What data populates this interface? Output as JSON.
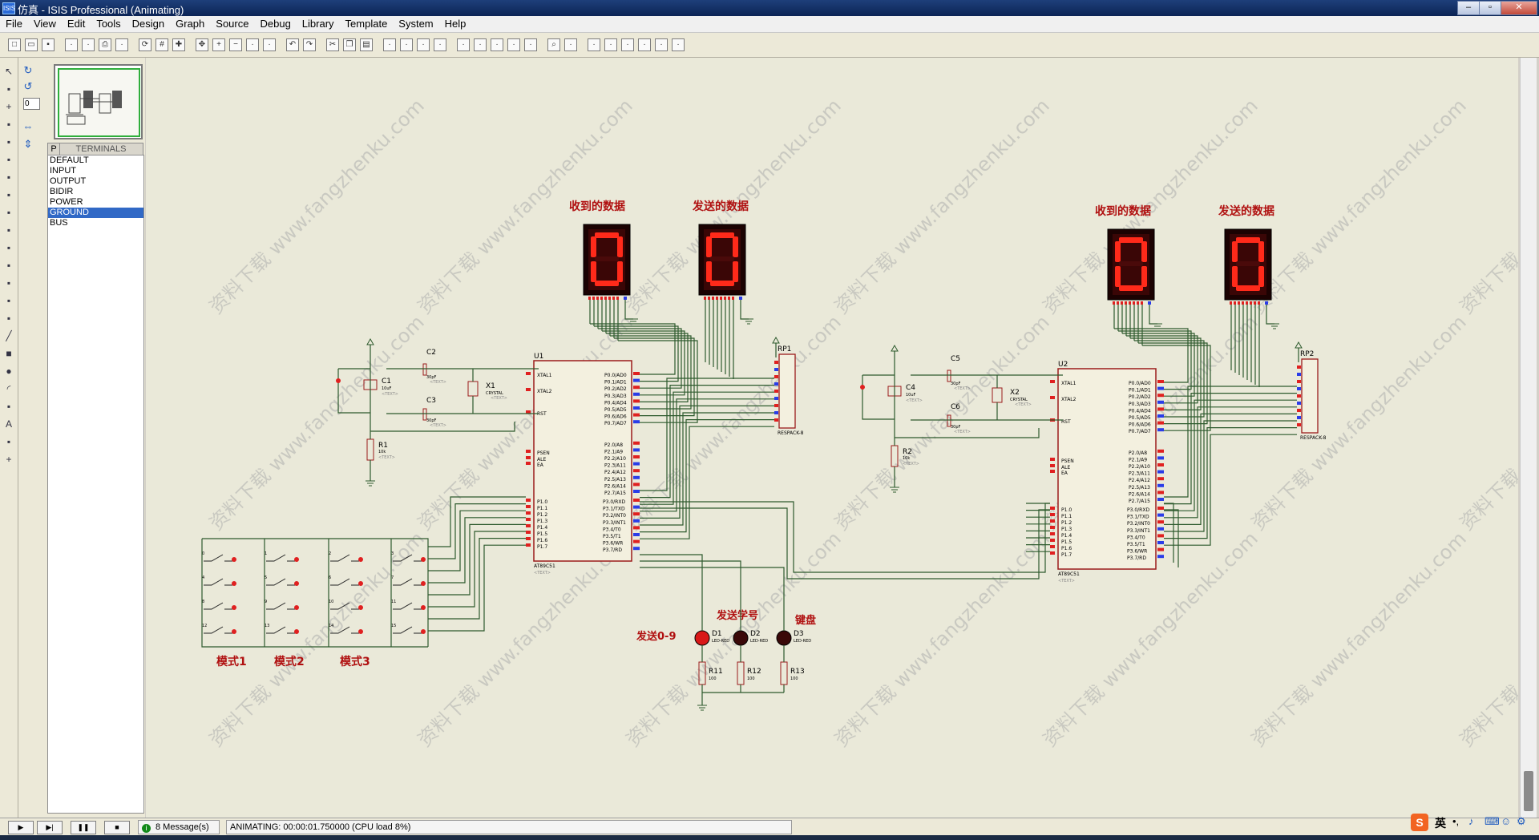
{
  "window": {
    "title": "仿真 - ISIS Professional (Animating)",
    "app_icon": "ISIS"
  },
  "menu": [
    "File",
    "View",
    "Edit",
    "Tools",
    "Design",
    "Graph",
    "Source",
    "Debug",
    "Library",
    "Template",
    "System",
    "Help"
  ],
  "toolbar": {
    "icons": [
      "new-icon",
      "open-icon",
      "save-icon",
      "import-icon",
      "export-icon",
      "print-icon",
      "print-area-icon",
      "refresh-icon",
      "grid-icon",
      "origin-icon",
      "pan-icon",
      "zoom-in-icon",
      "zoom-out-icon",
      "zoom-all-icon",
      "zoom-area-icon",
      "undo-icon",
      "redo-icon",
      "cut-icon",
      "copy-icon",
      "paste-icon",
      "block-copy-icon",
      "block-move-icon",
      "block-rotate-icon",
      "block-delete-icon",
      "pick-device-icon",
      "make-device-icon",
      "packaging-icon",
      "decompose-icon",
      "wire-autoroute-icon",
      "search-icon",
      "property-assign-icon",
      "new-sheet-icon",
      "remove-sheet-icon",
      "exit-parent-icon",
      "bom-icon",
      "erc-icon",
      "netlist-to-ares-icon"
    ]
  },
  "panel": {
    "rotation_value": "0",
    "list_header_p": "P",
    "list_header_title": "TERMINALS",
    "terminals": [
      "DEFAULT",
      "INPUT",
      "OUTPUT",
      "BIDIR",
      "POWER",
      "GROUND",
      "BUS"
    ],
    "selected": "GROUND"
  },
  "schematic": {
    "watermark": "资料下载 www.fangzhenku.com",
    "left": {
      "display_rx_label": "收到的数据",
      "display_tx_label": "发送的数据",
      "display_rx_value": "0",
      "display_tx_value": "0",
      "mcu": "U1",
      "mcu_part": "AT89C51",
      "crystal": "X1",
      "crystal_part": "CRYSTAL",
      "caps": [
        "C1",
        "C2",
        "C3"
      ],
      "cap_values": [
        "10uF",
        "30pF",
        "30pF"
      ],
      "resistor": "R1",
      "resistor_value": "10k",
      "pack": "RP1",
      "pack_part": "RESPACK-8",
      "mode_labels": [
        "模式1",
        "模式2",
        "模式3"
      ],
      "key_numbers": [
        "0",
        "1",
        "2",
        "3",
        "4",
        "5",
        "6",
        "7",
        "8",
        "9",
        "10",
        "11",
        "12",
        "13",
        "14",
        "15"
      ],
      "led_labels": [
        "发送0-9",
        "发送学号",
        "键盘"
      ],
      "leds": [
        "D1",
        "D2",
        "D3"
      ],
      "led_part": "LED-RED",
      "led_resistors": [
        "R11",
        "R12",
        "R13"
      ],
      "led_resistor_value": "100"
    },
    "right": {
      "display_rx_label": "收到的数据",
      "display_tx_label": "发送的数据",
      "display_rx_value": "0",
      "display_tx_value": "0",
      "mcu": "U2",
      "mcu_part": "AT89C51",
      "crystal": "X2",
      "crystal_part": "CRYSTAL",
      "caps": [
        "C4",
        "C5",
        "C6"
      ],
      "cap_values": [
        "10uF",
        "30pF",
        "30pF"
      ],
      "resistor": "R2",
      "resistor_value": "10k",
      "pack": "RP2",
      "pack_part": "RESPACK-8"
    },
    "pins_left": [
      "XTAL1",
      "XTAL2",
      "RST",
      "PSEN",
      "ALE",
      "EA",
      "P1.0",
      "P1.1",
      "P1.2",
      "P1.3",
      "P1.4",
      "P1.5",
      "P1.6",
      "P1.7"
    ],
    "pins_right": [
      "P0.0/AD0",
      "P0.1/AD1",
      "P0.2/AD2",
      "P0.3/AD3",
      "P0.4/AD4",
      "P0.5/AD5",
      "P0.6/AD6",
      "P0.7/AD7",
      "P2.0/A8",
      "P2.1/A9",
      "P2.2/A10",
      "P2.3/A11",
      "P2.4/A12",
      "P2.5/A13",
      "P2.6/A14",
      "P2.7/A15",
      "P3.0/RXD",
      "P3.1/TXD",
      "P3.2/INT0",
      "P3.3/INT1",
      "P3.4/T0",
      "P3.5/T1",
      "P3.6/WR",
      "P3.7/RD"
    ],
    "text_placeholder": "<TEXT>"
  },
  "status": {
    "messages": "8 Message(s)",
    "animation": "ANIMATING: 00:00:01.750000 (CPU load 8%)",
    "ime": "英"
  },
  "colors": {
    "wire": "#2d5a2d",
    "component": "#9b1b1b",
    "label": "#b01010",
    "segment_on": "#ff2a1a",
    "segment_bg": "#3a0606",
    "pin_blue": "#2a3ce8",
    "pin_red": "#e02020"
  }
}
